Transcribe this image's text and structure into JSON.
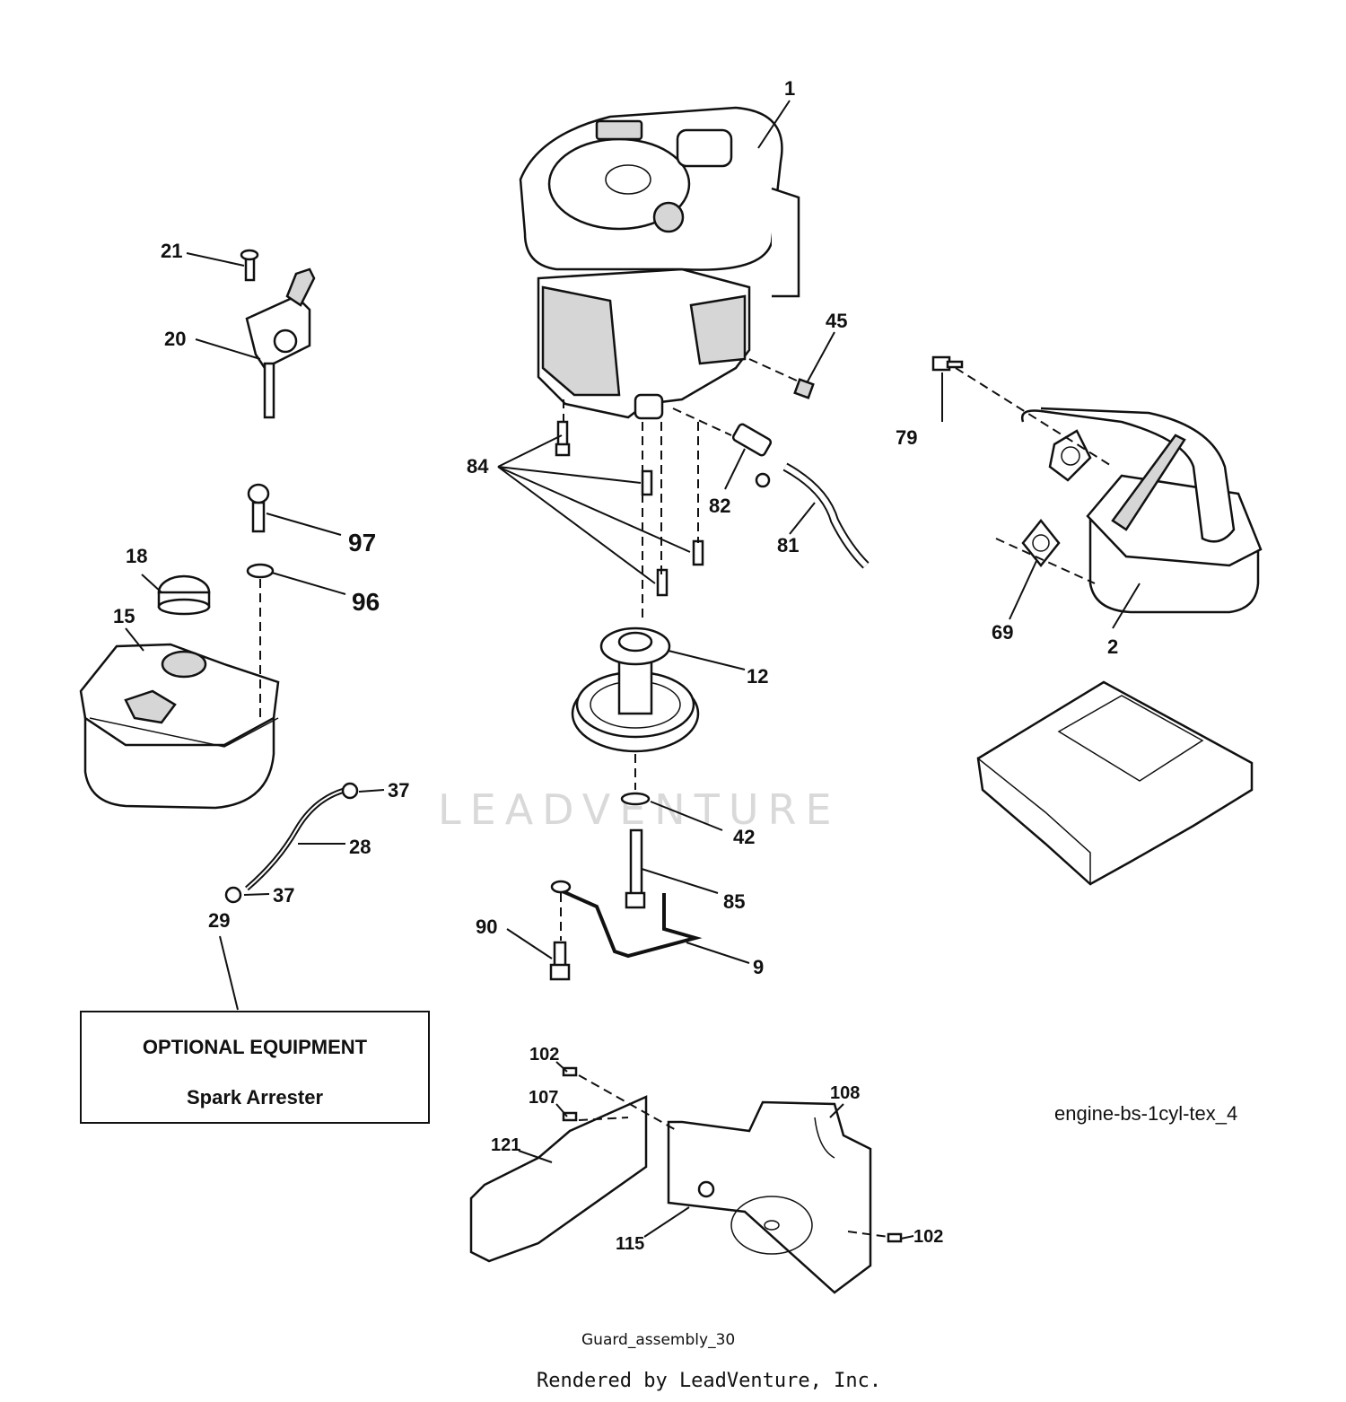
{
  "watermark": "LEADVENTURE",
  "parts": [
    {
      "id": "p1",
      "label": "1"
    },
    {
      "id": "p2",
      "label": "2"
    },
    {
      "id": "p9",
      "label": "9"
    },
    {
      "id": "p12",
      "label": "12"
    },
    {
      "id": "p15",
      "label": "15"
    },
    {
      "id": "p18",
      "label": "18"
    },
    {
      "id": "p20",
      "label": "20"
    },
    {
      "id": "p21",
      "label": "21"
    },
    {
      "id": "p28",
      "label": "28"
    },
    {
      "id": "p29",
      "label": "29"
    },
    {
      "id": "p37a",
      "label": "37"
    },
    {
      "id": "p37b",
      "label": "37"
    },
    {
      "id": "p42",
      "label": "42"
    },
    {
      "id": "p45",
      "label": "45"
    },
    {
      "id": "p69",
      "label": "69"
    },
    {
      "id": "p79",
      "label": "79"
    },
    {
      "id": "p81",
      "label": "81"
    },
    {
      "id": "p82",
      "label": "82"
    },
    {
      "id": "p84",
      "label": "84"
    },
    {
      "id": "p85",
      "label": "85"
    },
    {
      "id": "p90",
      "label": "90"
    },
    {
      "id": "p96",
      "label": "96"
    },
    {
      "id": "p97",
      "label": "97"
    },
    {
      "id": "p102a",
      "label": "102"
    },
    {
      "id": "p102b",
      "label": "102"
    },
    {
      "id": "p107",
      "label": "107"
    },
    {
      "id": "p108",
      "label": "108"
    },
    {
      "id": "p115",
      "label": "115"
    },
    {
      "id": "p121",
      "label": "121"
    }
  ],
  "optional_box": {
    "title": "OPTIONAL EQUIPMENT",
    "subtitle": "Spark Arrester"
  },
  "diagram_id": "engine-bs-1cyl-tex_4",
  "guard_label": "Guard_assembly_30",
  "rendered_by": "Rendered by LeadVenture, Inc."
}
